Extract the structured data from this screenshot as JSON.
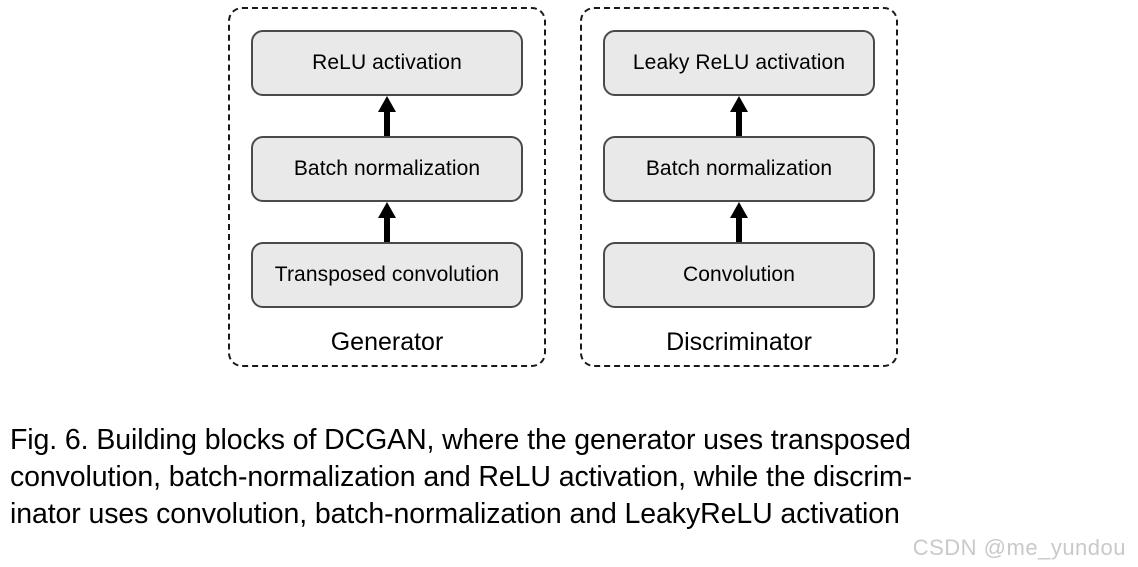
{
  "figure": {
    "modules": [
      {
        "name": "generator",
        "label": "Generator",
        "blocks": [
          {
            "label": "ReLU activation"
          },
          {
            "label": "Batch normalization"
          },
          {
            "label": "Transposed convolution"
          }
        ],
        "arrows": [
          {
            "direction": "up",
            "from": "Batch normalization",
            "to": "ReLU activation"
          },
          {
            "direction": "up",
            "from": "Transposed convolution",
            "to": "Batch normalization"
          }
        ]
      },
      {
        "name": "discriminator",
        "label": "Discriminator",
        "blocks": [
          {
            "label": "Leaky ReLU activation"
          },
          {
            "label": "Batch normalization"
          },
          {
            "label": "Convolution"
          }
        ],
        "arrows": [
          {
            "direction": "up",
            "from": "Batch normalization",
            "to": "Leaky ReLU activation"
          },
          {
            "direction": "up",
            "from": "Convolution",
            "to": "Batch normalization"
          }
        ]
      }
    ],
    "colors": {
      "block_fill": "#e9e9e9",
      "block_border": "#4a4a4a",
      "module_border": "#1a1a1a",
      "arrow": "#000000",
      "text": "#000000",
      "background": "#ffffff"
    }
  },
  "caption": {
    "full_text": "Fig. 6. Building blocks of DCGAN, where the generator uses transposed convolution, batch-normalization and ReLU activation, while the discriminator uses convolution, batch-normalization and LeakyReLU activation",
    "lines": [
      "Fig. 6. Building blocks of DCGAN, where the generator uses transposed",
      "convolution, batch-normalization and ReLU activation, while the discrim-",
      "inator uses convolution, batch-normalization and LeakyReLU activation"
    ]
  },
  "watermark": {
    "text": "CSDN @me_yundou",
    "color": "#c9c9c9"
  }
}
